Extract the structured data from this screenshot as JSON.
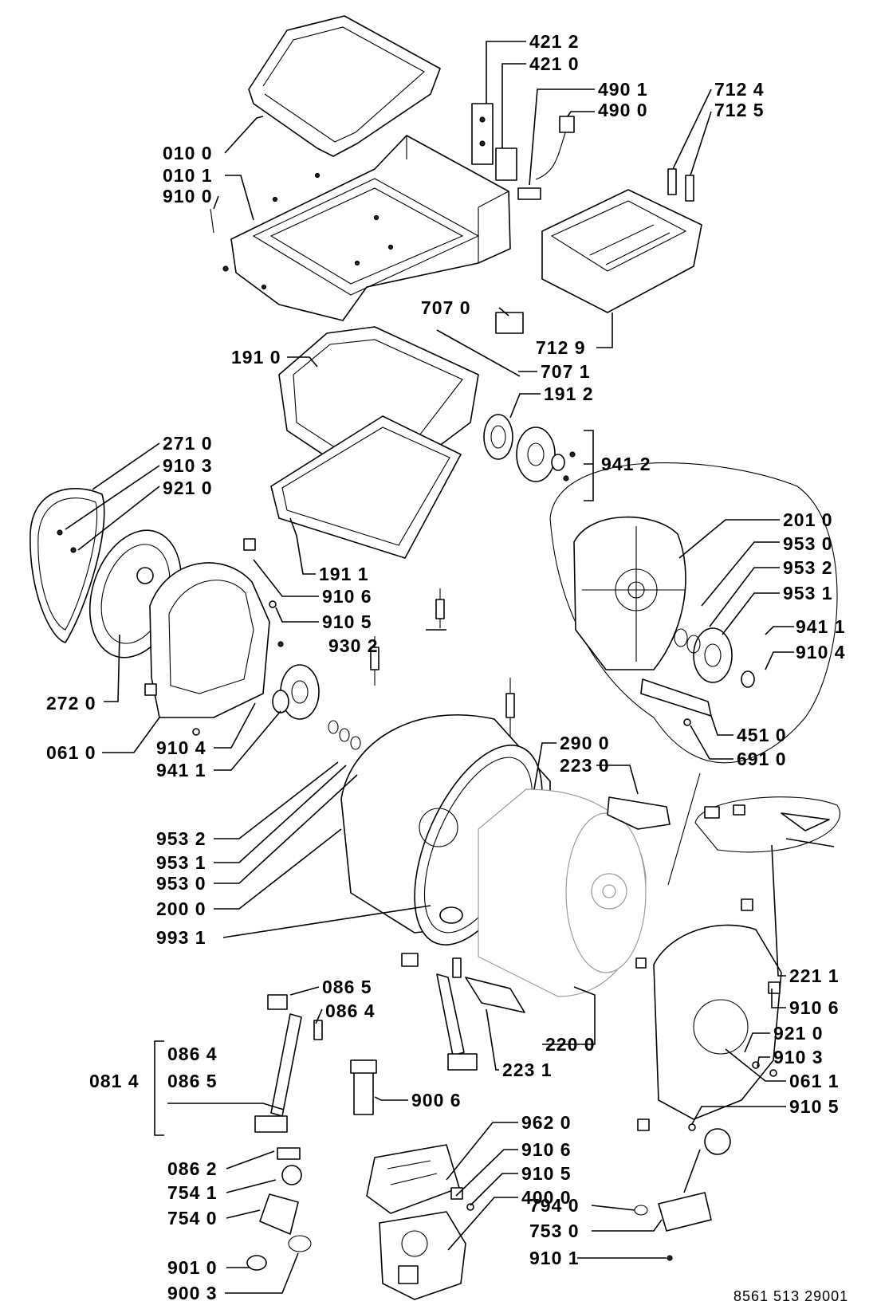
{
  "document_code": "8561 513 29001",
  "part_labels": {
    "p4212": "421 2",
    "p4210": "421 0",
    "p4901": "490 1",
    "p4900": "490 0",
    "p7124": "712 4",
    "p7125": "712 5",
    "p0100": "010 0",
    "p0101": "010 1",
    "p9100": "910 0",
    "p7070": "707 0",
    "p7129": "712 9",
    "p1910": "191 0",
    "p7071": "707 1",
    "p1912": "191 2",
    "p2710": "271 0",
    "p9103a": "910 3",
    "p9210a": "921 0",
    "p9412": "941 2",
    "p2010": "201 0",
    "p9530a": "953 0",
    "p9532a": "953 2",
    "p9531a": "953 1",
    "p1911": "191 1",
    "p9106a": "910 6",
    "p9105a": "910 5",
    "p9302": "930 2",
    "p9411a": "941 1",
    "p9104a": "910 4",
    "p2720": "272 0",
    "p0610": "061 0",
    "p9104b": "910 4",
    "p9411b": "941 1",
    "p4510": "451 0",
    "p6910": "691 0",
    "p2900": "290 0",
    "p2230": "223 0",
    "p9532b": "953 2",
    "p9531b": "953 1",
    "p9530b": "953 0",
    "p2000": "200 0",
    "p9931": "993 1",
    "p2211": "221 1",
    "p9106b": "910 6",
    "p9210b": "921 0",
    "p9103b": "910 3",
    "p0611": "061 1",
    "p9105b": "910 5",
    "p0865a": "086 5",
    "p0864a": "086 4",
    "p2200": "220 0",
    "p2231": "223 1",
    "p0864b": "086 4",
    "p0814": "081 4",
    "p0865b": "086 5",
    "p9006": "900 6",
    "p9620": "962 0",
    "p9106c": "910 6",
    "p9105c": "910 5",
    "p4000": "400 0",
    "p0862": "086 2",
    "p7541": "754 1",
    "p7540": "754 0",
    "p7940": "794 0",
    "p7530": "753 0",
    "p9010": "901 0",
    "p9101": "910 1",
    "p9003": "900 3"
  }
}
